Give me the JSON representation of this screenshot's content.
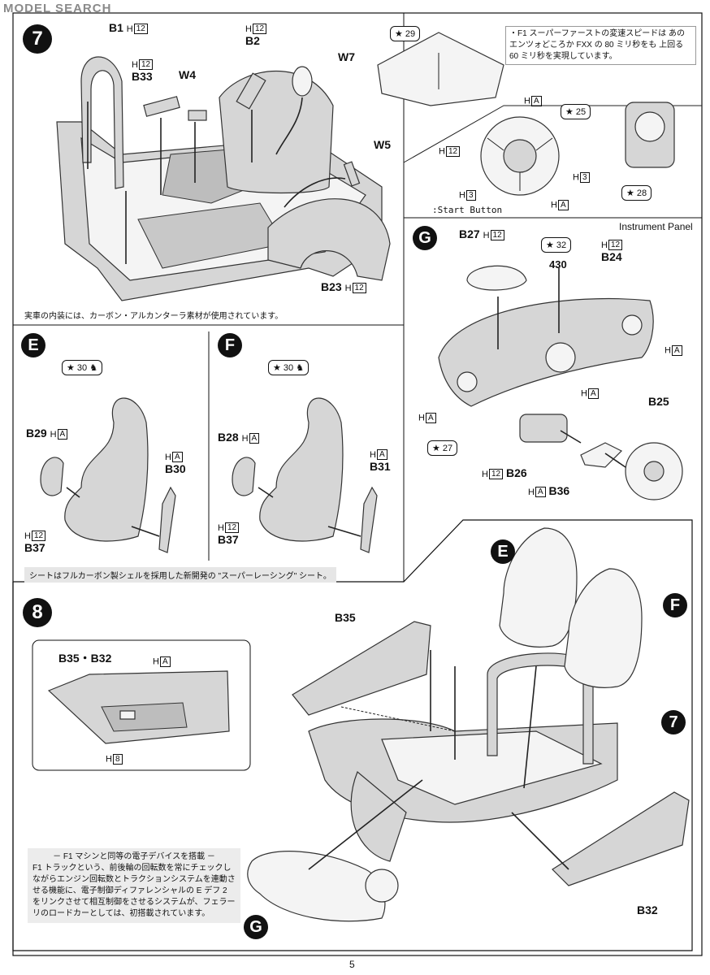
{
  "watermark": "MODEL SEARCH",
  "page_number": "5",
  "step7": {
    "number": "7",
    "labels": {
      "b1": "B1",
      "b1_h": "12",
      "b2": "B2",
      "b2_h": "12",
      "b33": "B33",
      "b33_h": "12",
      "w4": "W4",
      "w7": "W7",
      "w5": "W5",
      "b23": "B23",
      "b23_h": "12"
    },
    "caption": "実車の内装には、カーボン・アルカンターラ素材が使用されています。",
    "steering_detail": {
      "paint_29": "29",
      "paint_25": "25",
      "paint_28": "28",
      "ha_top": "A",
      "h12_left": "12",
      "h3_right": "3",
      "h3_bottom": "3",
      "ha_bottom": "A",
      "start_button": ":Start Button"
    },
    "note": "・F1 スーパーファーストの変速スピードは あのエンツォどころか FXX の 80 ミリ秒をも 上回る 60 ミリ秒を実現しています。"
  },
  "stepE": {
    "letter": "E",
    "paint": "30",
    "b29": "B29",
    "b29_h": "A",
    "b30": "B30",
    "b30_h": "A",
    "b37": "B37",
    "b37_h": "12"
  },
  "stepF": {
    "letter": "F",
    "paint": "30",
    "b28": "B28",
    "b28_h": "A",
    "b31": "B31",
    "b31_h": "A",
    "b37": "B37",
    "b37_h": "12"
  },
  "seat_caption": "シートはフルカーボン製シェルを採用した新開発の \"スーパーレーシング\" シート。",
  "stepG": {
    "letter": "G",
    "title": "Instrument Panel",
    "b27": "B27",
    "b27_h": "12",
    "paint_32": "32",
    "badge_430": "430",
    "b24": "B24",
    "b24_h": "12",
    "ha_right": "A",
    "ha_mid": "A",
    "ha_left": "A",
    "paint_27": "27",
    "b25": "B25",
    "b26": "B26",
    "b26_h": "12",
    "b36": "B36",
    "b36_h": "A"
  },
  "step8": {
    "number": "8",
    "b35_b32": "B35・B32",
    "ha": "A",
    "h8": "8",
    "b35": "B35",
    "b32": "B32",
    "e": "E",
    "f": "F",
    "seven": "7",
    "g": "G",
    "note_title": "－ F1 マシンと同等の電子デバイスを搭載 －",
    "note_body": "F1 トラックという、前後輪の回転数を常にチェックしながらエンジン回転数とトラクションシステムを連動させる機能に、電子制御ディファレンシャルの E デフ 2 をリンクさせて相互制御をさせるシステムが、フェラーリのロードカーとしては、初搭載されています。"
  }
}
